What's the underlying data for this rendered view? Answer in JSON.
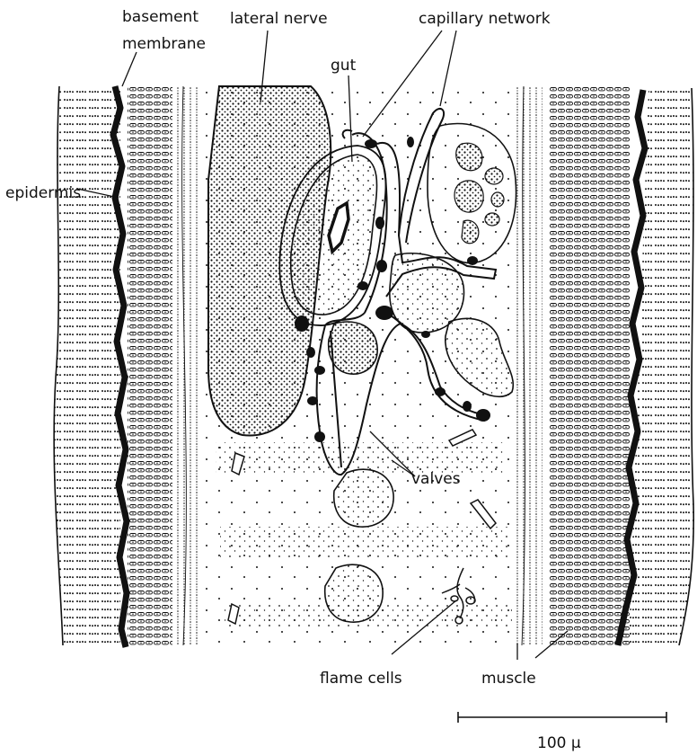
{
  "figure": {
    "ink_color": "#111111",
    "background": "#ffffff",
    "labels": {
      "basement_line1": "basement",
      "basement_line2": "membrane",
      "lateral_nerve": "lateral nerve",
      "capillary_network": "capillary network",
      "gut": "gut",
      "epidermis": "epidermis",
      "valves": "valves",
      "flame_cells": "flame cells",
      "muscle": "muscle",
      "scale": "100 µ"
    }
  }
}
